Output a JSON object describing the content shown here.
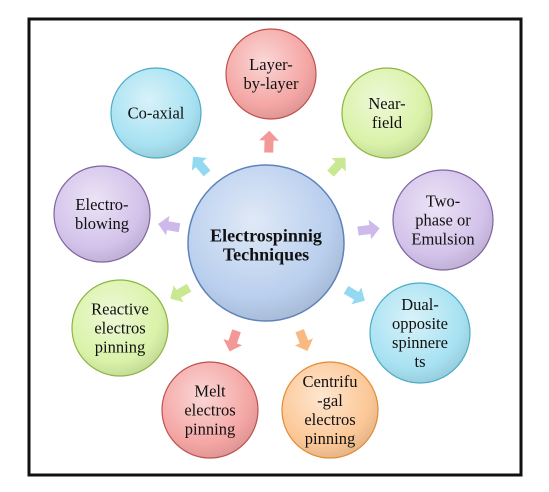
{
  "center": {
    "lines": [
      "Electrospinnig",
      "Techniques"
    ],
    "color": "#b9cfee",
    "edge": "#5e83bb"
  },
  "satellites": [
    {
      "id": "layer-by-layer",
      "lines": [
        "Layer-",
        "by-layer"
      ],
      "fill": "#f4a6a4",
      "edge": "#c0504d",
      "arrow": "#f29897"
    },
    {
      "id": "near-field",
      "lines": [
        "Near-",
        "field"
      ],
      "fill": "#d9f2a8",
      "edge": "#8db53f",
      "arrow": "#c9e891"
    },
    {
      "id": "two-phase",
      "lines": [
        "Two-",
        "phase or",
        "Emulsion"
      ],
      "fill": "#d3c2ea",
      "edge": "#8064a2",
      "arrow": "#cdb9ea"
    },
    {
      "id": "dual-opposite",
      "lines": [
        "Dual-",
        "opposite",
        "spinnere",
        "ts"
      ],
      "fill": "#a8e2f2",
      "edge": "#4bacc6",
      "arrow": "#93d9f2"
    },
    {
      "id": "centrifugal",
      "lines": [
        "Centrifu",
        "-gal",
        "electros",
        "pinning"
      ],
      "fill": "#fcc897",
      "edge": "#e58a33",
      "arrow": "#f9ba82"
    },
    {
      "id": "melt",
      "lines": [
        "Melt",
        "electros",
        "pinning"
      ],
      "fill": "#f4a6a4",
      "edge": "#c0504d",
      "arrow": "#f29897"
    },
    {
      "id": "reactive",
      "lines": [
        "Reactive",
        "electros",
        "pinning"
      ],
      "fill": "#d9f2a8",
      "edge": "#8db53f",
      "arrow": "#c9e891"
    },
    {
      "id": "electro-blowing",
      "lines": [
        "Electro-",
        "blowing"
      ],
      "fill": "#d3c2ea",
      "edge": "#8064a2",
      "arrow": "#cdb9ea"
    },
    {
      "id": "co-axial",
      "lines": [
        "Co-axial"
      ],
      "fill": "#a8e2f2",
      "edge": "#4bacc6",
      "arrow": "#93d9f2"
    }
  ]
}
